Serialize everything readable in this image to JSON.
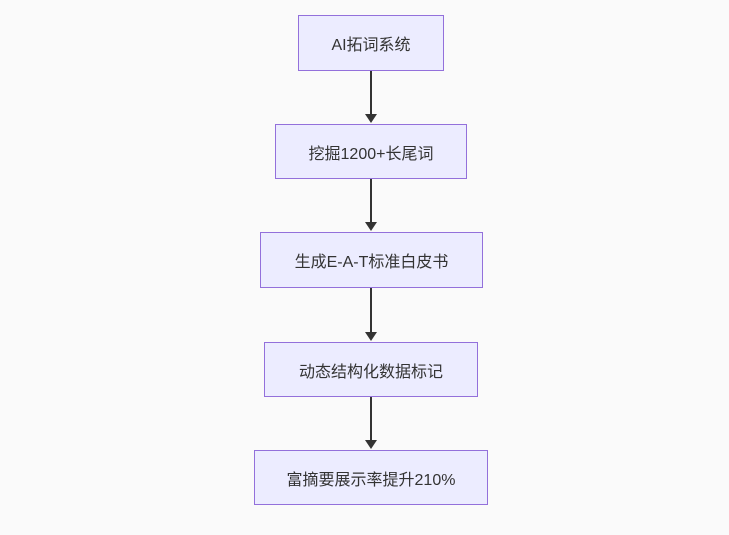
{
  "diagram": {
    "type": "flowchart",
    "direction": "top-down",
    "nodes": [
      {
        "id": "step-1",
        "label": "AI拓词系统"
      },
      {
        "id": "step-2",
        "label": "挖掘1200+长尾词"
      },
      {
        "id": "step-3",
        "label": "生成E-A-T标准白皮书"
      },
      {
        "id": "step-4",
        "label": "动态结构化数据标记"
      },
      {
        "id": "step-5",
        "label": "富摘要展示率提升210%"
      }
    ],
    "edges": [
      {
        "from": "step-1",
        "to": "step-2",
        "arrow": "down"
      },
      {
        "from": "step-2",
        "to": "step-3",
        "arrow": "down"
      },
      {
        "from": "step-3",
        "to": "step-4",
        "arrow": "down"
      },
      {
        "from": "step-4",
        "to": "step-5",
        "arrow": "down"
      }
    ],
    "colors": {
      "node_fill": "#ececff",
      "node_border": "#9370db",
      "edge_line": "#333333",
      "text": "#333333",
      "background": "#fafafa"
    }
  }
}
